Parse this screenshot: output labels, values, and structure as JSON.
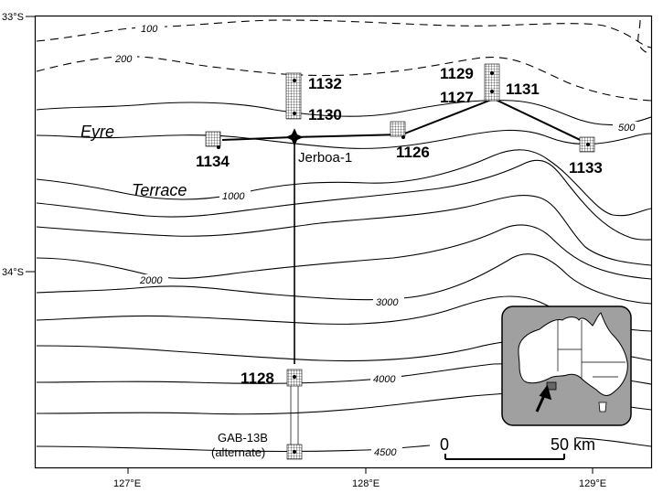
{
  "map": {
    "lat_labels": {
      "top": "33°S",
      "middle": "34°S"
    },
    "lon_labels": [
      "127°E",
      "128°E",
      "129°E"
    ],
    "contour_labels": [
      "100",
      "200",
      "500",
      "1000",
      "2000",
      "3000",
      "4000",
      "4500"
    ],
    "region_labels": {
      "eyre": "Eyre",
      "terrace": "Terrace"
    },
    "well_label": "Jerboa-1",
    "sites": [
      "1132",
      "1130",
      "1129",
      "1127",
      "1131",
      "1134",
      "1126",
      "1133",
      "1128"
    ],
    "alternate_site": {
      "name": "GAB-13B",
      "note": "(alternate)"
    },
    "scale_bar": {
      "start": "0",
      "end": "50 km"
    }
  }
}
